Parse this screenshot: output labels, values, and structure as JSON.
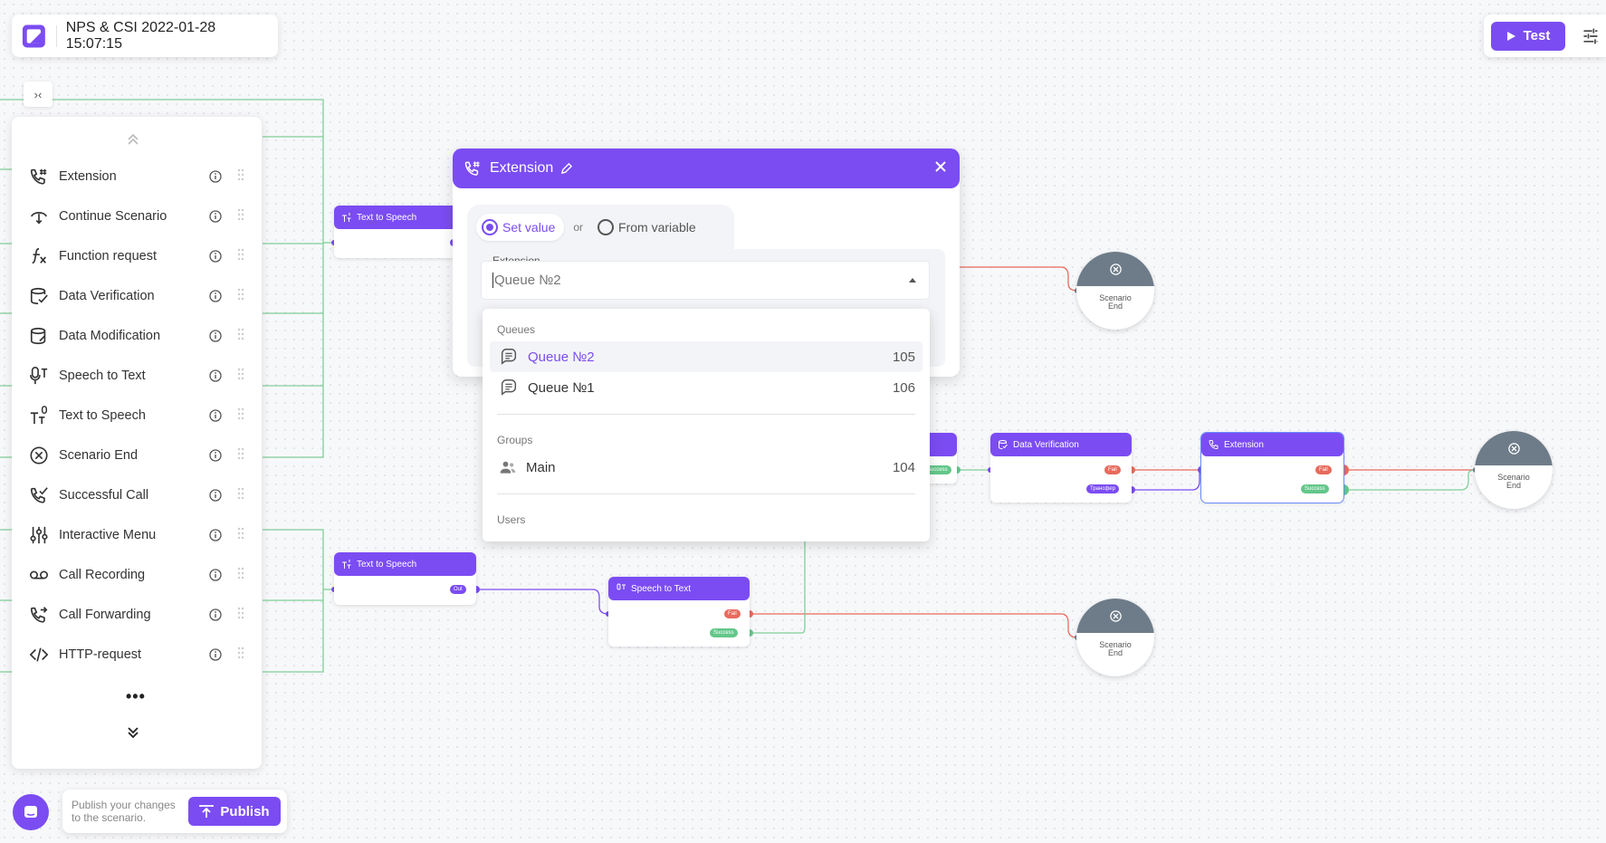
{
  "app": {
    "title": "NPS & CSI 2022-01-28 15:07:15",
    "accent_color": "#7b4cf2",
    "test_label": "Test",
    "collapse_label": "›‹"
  },
  "sidebar": {
    "items": [
      {
        "label": "Extension",
        "icon": "phone-hash-icon"
      },
      {
        "label": "Continue Scenario",
        "icon": "continue-scenario-icon"
      },
      {
        "label": "Function request",
        "icon": "function-icon"
      },
      {
        "label": "Data Verification",
        "icon": "data-verification-icon"
      },
      {
        "label": "Data Modification",
        "icon": "data-modification-icon"
      },
      {
        "label": "Speech to Text",
        "icon": "speech-to-text-icon"
      },
      {
        "label": "Text to Speech",
        "icon": "text-to-speech-icon"
      },
      {
        "label": "Scenario End",
        "icon": "scenario-end-icon"
      },
      {
        "label": "Successful Call",
        "icon": "successful-call-icon"
      },
      {
        "label": "Interactive Menu",
        "icon": "interactive-menu-icon"
      },
      {
        "label": "Call Recording",
        "icon": "call-recording-icon"
      },
      {
        "label": "Call Forwarding",
        "icon": "call-forwarding-icon"
      },
      {
        "label": "HTTP-request",
        "icon": "code-icon"
      }
    ],
    "more_label": "•••"
  },
  "bottom": {
    "publish_hint": "Publish your changes to the scenario.",
    "publish_label": "Publish"
  },
  "canvas": {
    "nodes": {
      "tts_top": {
        "title": "Text to Speech"
      },
      "tts_bottom": {
        "title": "Text to Speech",
        "port_out": "Out"
      },
      "stt": {
        "title": "Speech to Text",
        "port_fail": "Fail",
        "port_success": "Success"
      },
      "data_verification": {
        "title": "Data Verification",
        "port_fail": "Fail",
        "port_transfer": "Трансфер"
      },
      "extension": {
        "title": "Extension",
        "port_fail": "Fail",
        "port_success": "Success"
      },
      "hidden_node": {
        "port_success": "Success"
      },
      "end_1": {
        "label_1": "Scenario",
        "label_2": "End"
      },
      "end_2": {
        "label_1": "Scenario",
        "label_2": "End"
      },
      "end_3": {
        "label_1": "Scenario",
        "label_2": "End"
      }
    }
  },
  "dialog": {
    "title": "Extension",
    "set_value_label": "Set value",
    "or_label": "or",
    "from_variable_label": "From variable",
    "field_label": "Extension",
    "field_placeholder": "Queue №2",
    "dropdown": {
      "queues_header": "Queues",
      "queues": [
        {
          "label": "Queue №2",
          "number": "105",
          "selected": true
        },
        {
          "label": "Queue №1",
          "number": "106",
          "selected": false
        }
      ],
      "groups_header": "Groups",
      "groups": [
        {
          "label": "Main",
          "number": "104"
        }
      ],
      "users_header": "Users"
    }
  }
}
